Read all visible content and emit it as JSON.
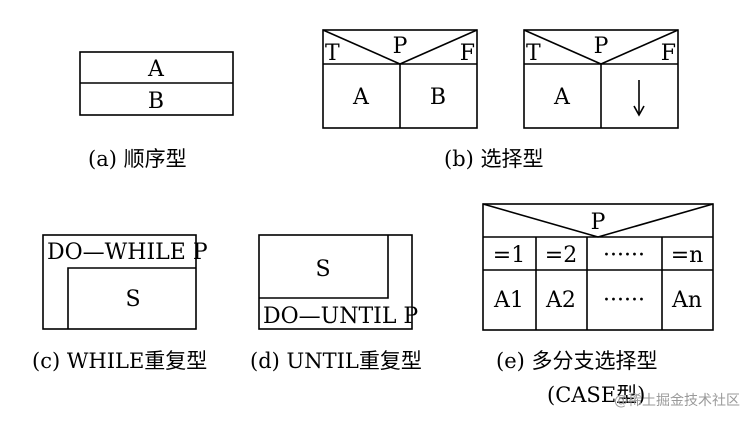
{
  "sequence": {
    "top": "A",
    "bottom": "B",
    "caption": "(a) 顺序型"
  },
  "selection": {
    "left": {
      "true_label": "T",
      "cond": "P",
      "false_label": "F",
      "branch_true": "A",
      "branch_false": "B"
    },
    "right": {
      "true_label": "T",
      "cond": "P",
      "false_label": "F",
      "branch_true": "A"
    },
    "caption": "(b) 选择型"
  },
  "while_loop": {
    "header": "DO—WHILE P",
    "body": "S",
    "caption": "(c) WHILE重复型"
  },
  "until_loop": {
    "body": "S",
    "footer": "DO—UNTIL P",
    "caption": "(d) UNTIL重复型"
  },
  "case": {
    "cond": "P",
    "cases": [
      "=1",
      "=2",
      "······",
      "=n"
    ],
    "actions": [
      "A1",
      "A2",
      "······",
      "An"
    ],
    "caption_line1": "(e) 多分支选择型",
    "caption_line2": "(CASE型)"
  },
  "watermark": "@稀土掘金技术社区"
}
